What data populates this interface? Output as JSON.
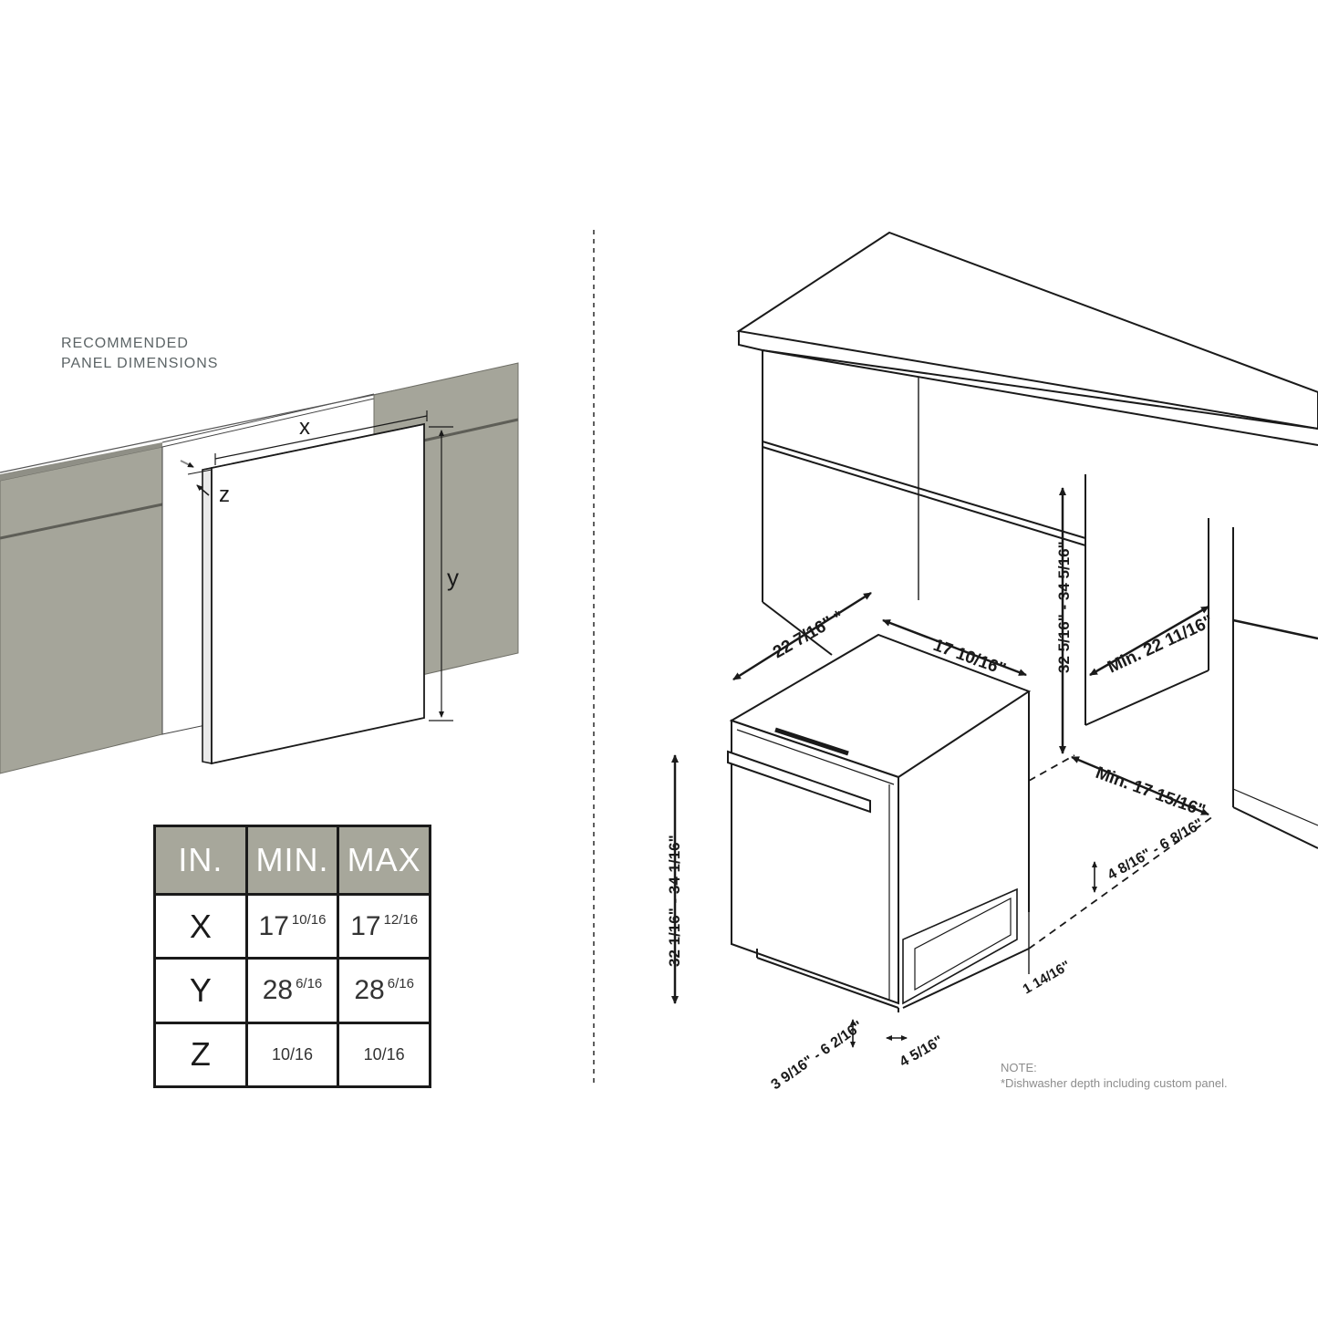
{
  "panel_heading": {
    "line1": "RECOMMENDED",
    "line2": "PANEL DIMENSIONS"
  },
  "panel_labels": {
    "x": "x",
    "y": "y",
    "z": "z"
  },
  "spec_table": {
    "headers": [
      "IN.",
      "MIN.",
      "MAX"
    ],
    "rows": [
      {
        "label": "X",
        "min_whole": "17",
        "min_frac": "10/16",
        "max_whole": "17",
        "max_frac": "12/16"
      },
      {
        "label": "Y",
        "min_whole": "28",
        "min_frac": "6/16",
        "max_whole": "28",
        "max_frac": "6/16"
      },
      {
        "label": "Z",
        "min_whole": "",
        "min_frac": "10/16",
        "max_whole": "",
        "max_frac": "10/16"
      }
    ]
  },
  "dimensions": {
    "depth": "22 7/16\" *",
    "width": "17 10/16\"",
    "opening_height": "32 5/16\" - 34 5/16\"",
    "min_depth": "Min. 22 11/16\"",
    "min_width": "Min. 17 15/16\"",
    "unit_height": "32 1/16\" - 34 1/16\"",
    "toe_kick_height": "4 8/16\" - 6 8/16\"",
    "side_height": "1 14/16\"",
    "toe_kick_depth": "3 9/16\" - 6 2/16\"",
    "toe_offset": "4 5/16\""
  },
  "note": {
    "title": "NOTE:",
    "text": "*Dishwasher depth including custom panel."
  },
  "colors": {
    "cabinet": "#a5a59a",
    "table_header": "#a7a79b",
    "line": "#1a1a1a"
  }
}
